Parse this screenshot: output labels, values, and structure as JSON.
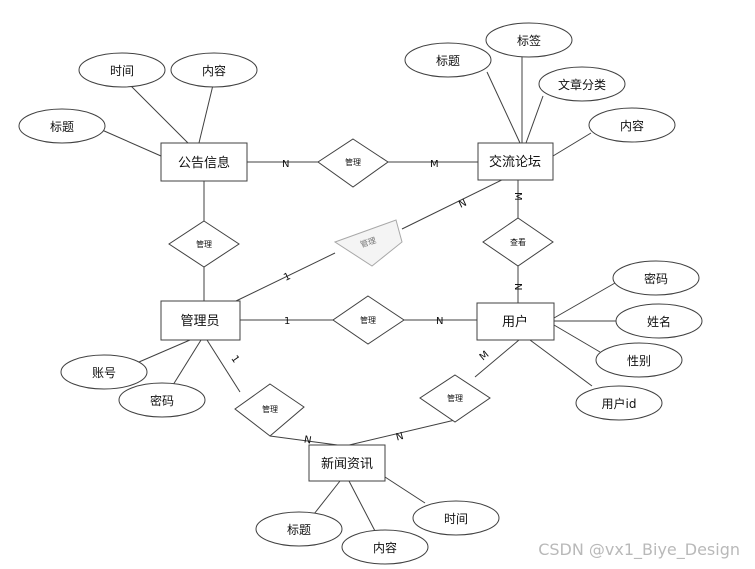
{
  "entities": {
    "announcement": "公告信息",
    "forum": "交流论坛",
    "admin": "管理员",
    "user": "用户",
    "news": "新闻资讯"
  },
  "attributes": {
    "announcement_time": "时间",
    "announcement_content": "内容",
    "announcement_title": "标题",
    "forum_title": "标题",
    "forum_tag": "标签",
    "forum_category": "文章分类",
    "forum_content": "内容",
    "admin_account": "账号",
    "admin_password": "密码",
    "user_password": "密码",
    "user_name": "姓名",
    "user_gender": "性别",
    "user_id": "用户id",
    "news_title": "标题",
    "news_content": "内容",
    "news_time": "时间"
  },
  "relationships": {
    "announcement_forum": "管理",
    "admin_announcement": "管理",
    "admin_forum": "管理",
    "forum_user": "查看",
    "admin_user": "管理",
    "admin_news": "管理",
    "user_news": "管理"
  },
  "cardinalities": {
    "ann_forum_left": "N",
    "ann_forum_right": "M",
    "admin_forum_left": "1",
    "admin_forum_right": "N",
    "forum_user_top": "M",
    "forum_user_bottom": "N",
    "admin_user_left": "1",
    "admin_user_right": "N",
    "admin_news_top": "1",
    "admin_news_bottom": "N",
    "user_news_top": "M",
    "user_news_bottom": "N"
  },
  "watermark": "CSDN @vx1_Biye_Design"
}
